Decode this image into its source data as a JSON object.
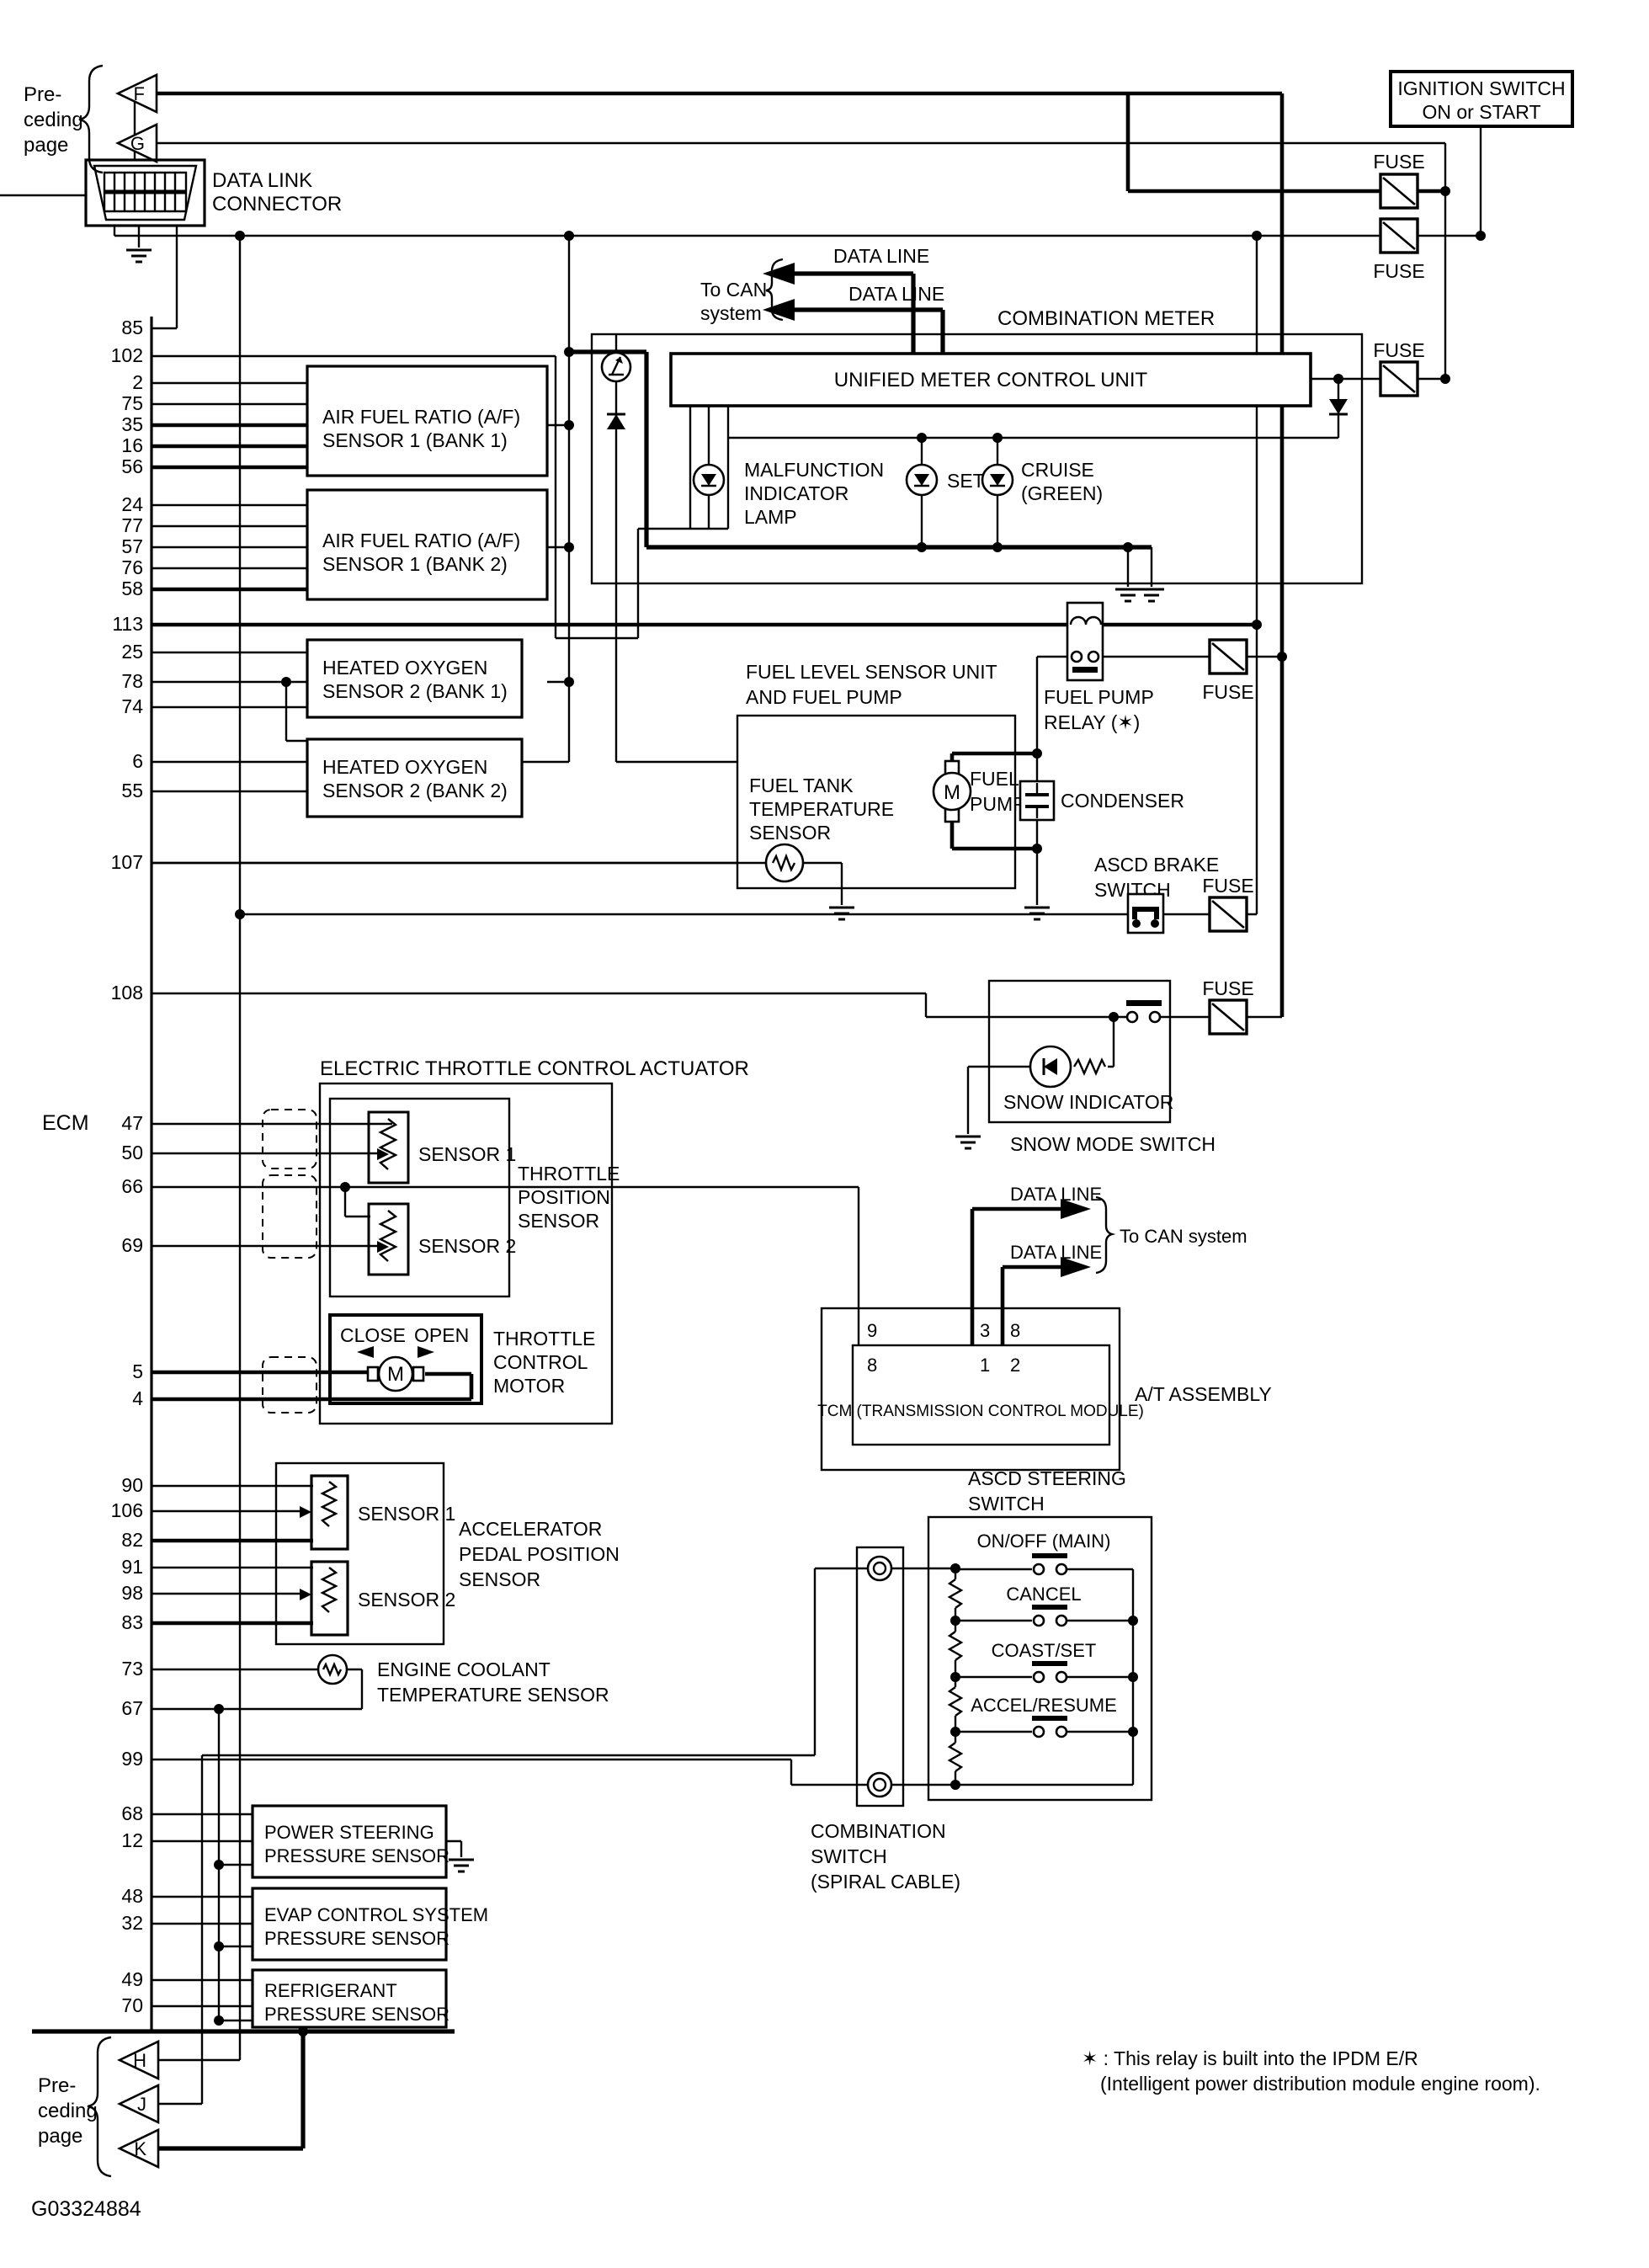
{
  "texts": {
    "preceding": [
      "Pre-",
      "ceding",
      "page"
    ],
    "arrow_letters": {
      "f": "F",
      "g": "G",
      "h": "H",
      "j": "J",
      "k": "K"
    },
    "fuse": "FUSE",
    "ignition_switch": [
      "IGNITION SWITCH",
      "ON or START"
    ],
    "data_link_connector": [
      "DATA LINK",
      "CONNECTOR"
    ],
    "data_line": "DATA LINE",
    "to_can": [
      "To CAN",
      "system"
    ],
    "to_can_system": "To CAN system",
    "combination_meter": "COMBINATION METER",
    "umcu": "UNIFIED METER CONTROL UNIT",
    "mil": [
      "MALFUNCTION",
      "INDICATOR",
      "LAMP"
    ],
    "set_lamp": "SET",
    "cruise_lamp": [
      "CRUISE",
      "(GREEN)"
    ],
    "af_sensor_b1": [
      "AIR FUEL RATIO (A/F)",
      "SENSOR 1 (BANK 1)"
    ],
    "af_sensor_b2": [
      "AIR FUEL RATIO (A/F)",
      "SENSOR 1 (BANK 2)"
    ],
    "ho2_b1": [
      "HEATED OXYGEN",
      "SENSOR 2 (BANK 1)"
    ],
    "ho2_b2": [
      "HEATED OXYGEN",
      "SENSOR 2 (BANK 2)"
    ],
    "fuel_unit_title": [
      "FUEL LEVEL SENSOR UNIT",
      "AND FUEL PUMP"
    ],
    "fuel_tank_temp": [
      "FUEL TANK",
      "TEMPERATURE",
      "SENSOR"
    ],
    "fuel_pump": [
      "FUEL",
      "PUMP"
    ],
    "motor_m": "M",
    "fuel_pump_relay": [
      "FUEL PUMP",
      "RELAY (✶)"
    ],
    "condenser": "CONDENSER",
    "ascd_brake_switch": [
      "ASCD BRAKE",
      "SWITCH"
    ],
    "snow_indicator": "SNOW INDICATOR",
    "snow_mode_switch": "SNOW MODE SWITCH",
    "ecm": "ECM",
    "etca_title": "ELECTRIC THROTTLE CONTROL ACTUATOR",
    "sensor1": "SENSOR 1",
    "sensor2": "SENSOR 2",
    "tps": [
      "THROTTLE",
      "POSITION",
      "SENSOR"
    ],
    "close": "CLOSE",
    "open": "OPEN",
    "throttle_motor": [
      "THROTTLE",
      "CONTROL",
      "MOTOR"
    ],
    "tcm": "TCM (TRANSMISSION CONTROL MODULE)",
    "at_assembly": "A/T ASSEMBLY",
    "app_title": [
      "ACCELERATOR",
      "PEDAL POSITION",
      "SENSOR"
    ],
    "ect": [
      "ENGINE COOLANT",
      "TEMPERATURE SENSOR"
    ],
    "ascd_steering": [
      "ASCD STEERING",
      "SWITCH"
    ],
    "ascd_rows": [
      "ON/OFF (MAIN)",
      "CANCEL",
      "COAST/SET",
      "ACCEL/RESUME"
    ],
    "combination_switch": [
      "COMBINATION",
      "SWITCH",
      "(SPIRAL CABLE)"
    ],
    "ps_sensor": [
      "POWER STEERING",
      "PRESSURE SENSOR"
    ],
    "evap_sensor": [
      "EVAP CONTROL SYSTEM",
      "PRESSURE SENSOR"
    ],
    "refrigerant_sensor": [
      "REFRIGERANT",
      "PRESSURE SENSOR"
    ],
    "footnote": [
      "✶ : This relay is built into the IPDM E/R",
      "(Intelligent power distribution module engine room)."
    ],
    "figure_id": "G03324884"
  },
  "ecm_pins": [
    "85",
    "102",
    "2",
    "75",
    "35",
    "16",
    "56",
    "24",
    "77",
    "57",
    "76",
    "58",
    "113",
    "25",
    "78",
    "74",
    "6",
    "55",
    "107",
    "108",
    "47",
    "50",
    "66",
    "69",
    "5",
    "4",
    "90",
    "106",
    "82",
    "91",
    "98",
    "83",
    "73",
    "67",
    "99",
    "68",
    "12",
    "48",
    "32",
    "49",
    "70"
  ],
  "tcm_pins": {
    "outer": [
      "9",
      "3",
      "8"
    ],
    "inner": [
      "8",
      "1",
      "2"
    ]
  },
  "colors": {
    "line": "#000000",
    "background": "#ffffff"
  }
}
